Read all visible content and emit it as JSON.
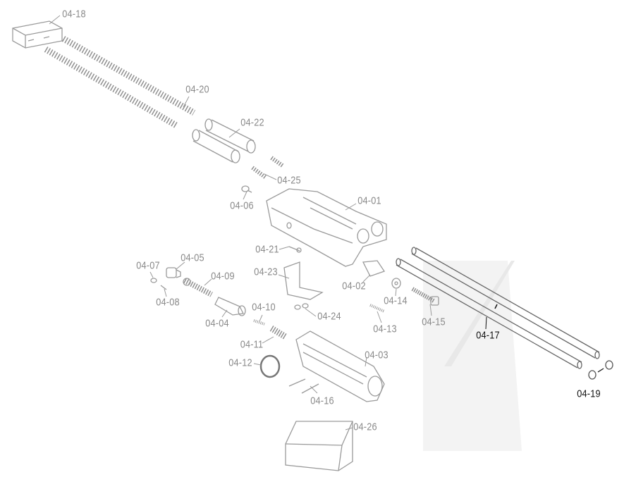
{
  "diagram": {
    "parts": [
      {
        "id": "04-18",
        "highlighted": false
      },
      {
        "id": "04-20",
        "highlighted": false
      },
      {
        "id": "04-22",
        "highlighted": false
      },
      {
        "id": "04-25",
        "highlighted": false
      },
      {
        "id": "04-06",
        "highlighted": false
      },
      {
        "id": "04-01",
        "highlighted": false
      },
      {
        "id": "04-21",
        "highlighted": false
      },
      {
        "id": "04-05",
        "highlighted": false
      },
      {
        "id": "04-07",
        "highlighted": false
      },
      {
        "id": "04-09",
        "highlighted": false
      },
      {
        "id": "04-23",
        "highlighted": false
      },
      {
        "id": "04-02",
        "highlighted": false
      },
      {
        "id": "04-08",
        "highlighted": false
      },
      {
        "id": "04-14",
        "highlighted": false
      },
      {
        "id": "04-10",
        "highlighted": false
      },
      {
        "id": "04-24",
        "highlighted": false
      },
      {
        "id": "04-04",
        "highlighted": false
      },
      {
        "id": "04-13",
        "highlighted": false
      },
      {
        "id": "04-15",
        "highlighted": false
      },
      {
        "id": "04-17",
        "highlighted": true
      },
      {
        "id": "04-11",
        "highlighted": false
      },
      {
        "id": "04-03",
        "highlighted": false
      },
      {
        "id": "04-12",
        "highlighted": false
      },
      {
        "id": "04-19",
        "highlighted": true
      },
      {
        "id": "04-16",
        "highlighted": false
      },
      {
        "id": "04-26",
        "highlighted": false
      }
    ],
    "colors": {
      "label": "#8a8a8a",
      "highlight": "#111111",
      "line": "#9a9a9a"
    }
  }
}
